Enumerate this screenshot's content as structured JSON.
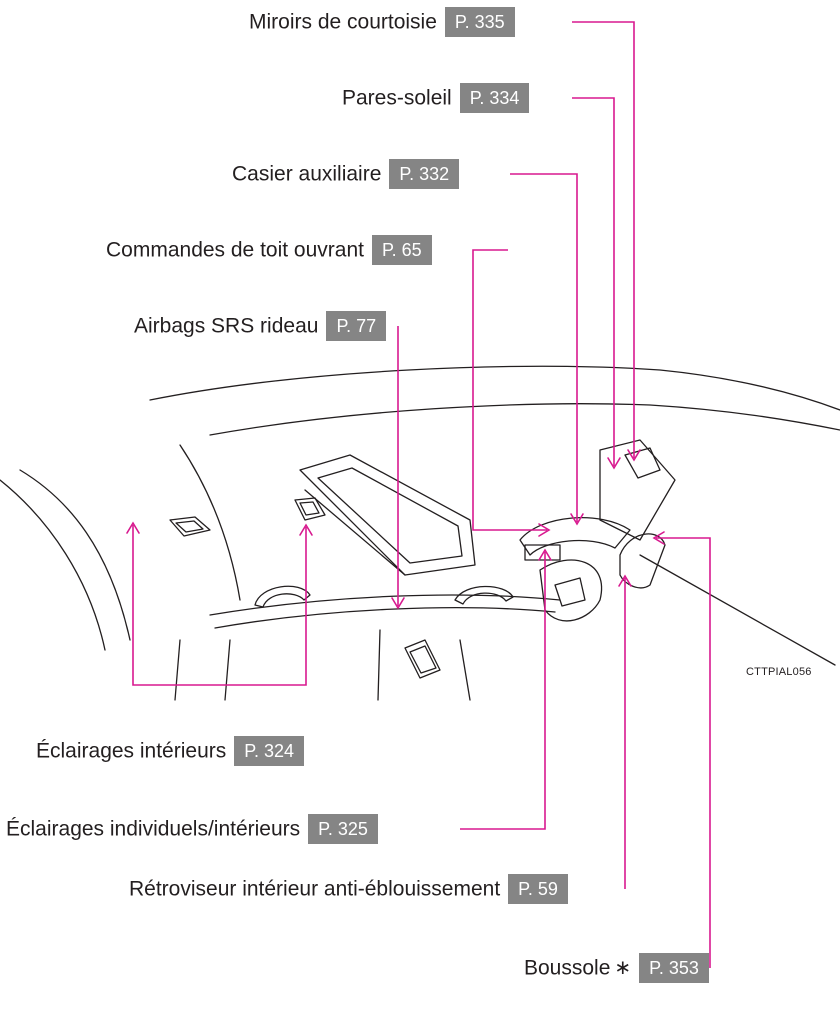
{
  "colors": {
    "callout": "#d8198f",
    "page_ref_bg": "#858585",
    "line_art": "#231f20"
  },
  "image_code": "CTTPIAL056",
  "callouts": [
    {
      "label": "Miroirs de courtoisie",
      "ref": "P. 335"
    },
    {
      "label": "Pares-soleil",
      "ref": "P. 334"
    },
    {
      "label": "Casier auxiliaire",
      "ref": "P. 332"
    },
    {
      "label": "Commandes de toit ouvrant",
      "ref": "P. 65"
    },
    {
      "label": "Airbags SRS rideau",
      "ref": "P. 77"
    },
    {
      "label": "Éclairages intérieurs",
      "ref": "P. 324"
    },
    {
      "label": "Éclairages individuels/intérieurs",
      "ref": "P. 325"
    },
    {
      "label": "Rétroviseur intérieur anti-éblouissement",
      "ref": "P. 59"
    },
    {
      "label": "Boussole",
      "ref": "P. 353",
      "marker": "∗"
    }
  ]
}
